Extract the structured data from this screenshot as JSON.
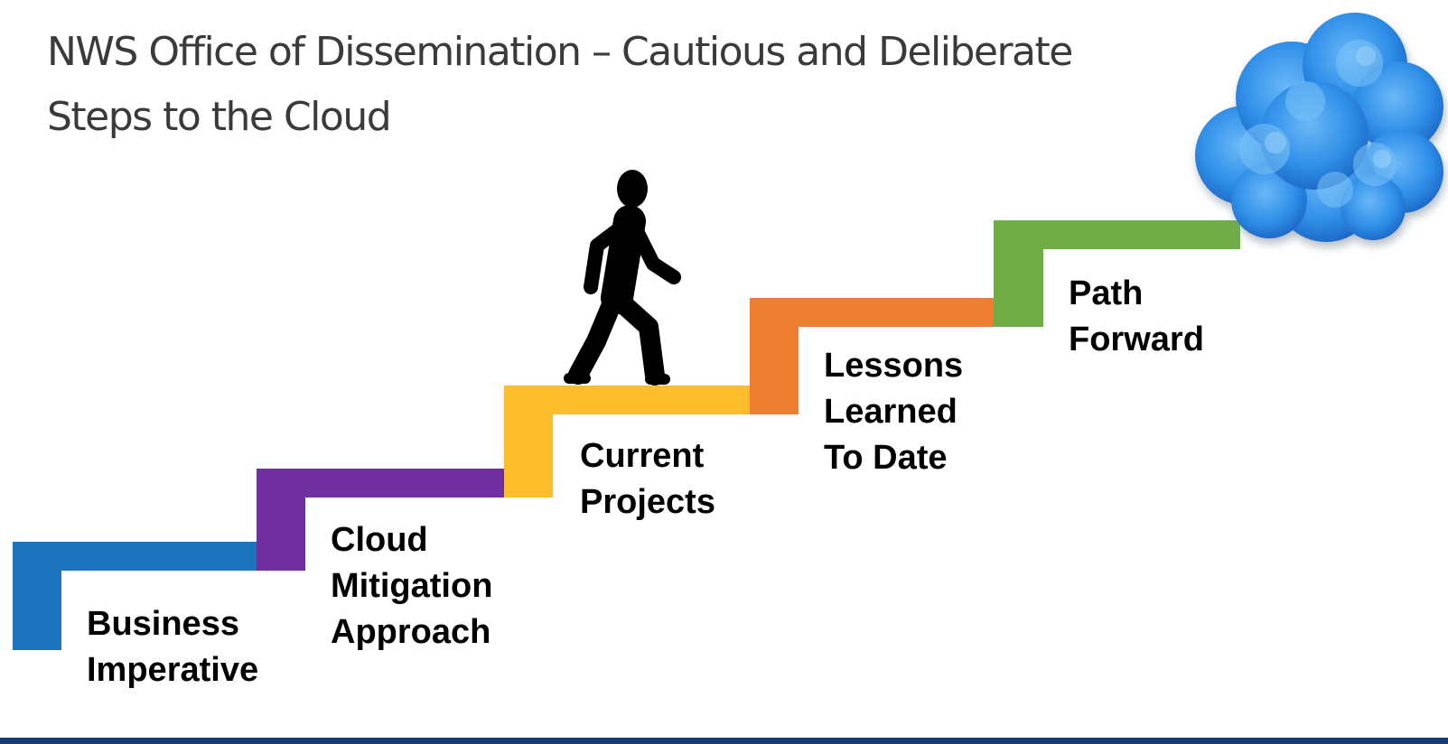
{
  "title": {
    "line1": "NWS Office of Dissemination – Cautious and Deliberate",
    "line2": "Steps to the Cloud"
  },
  "steps": [
    {
      "line1": "Business",
      "line2": "Imperative",
      "color": "#1e73be"
    },
    {
      "line1": "Cloud",
      "line2": "Mitigation",
      "line3": "Approach",
      "color": "#7030a0"
    },
    {
      "line1": "Current",
      "line2": "Projects",
      "color": "#fbbd2c"
    },
    {
      "line1": "Lessons",
      "line2": "Learned",
      "line3": "To Date",
      "color": "#ed7d31"
    },
    {
      "line1": "Path",
      "line2": "Forward",
      "color": "#70ad47"
    }
  ],
  "icons": {
    "person": "walking-person-icon",
    "cloud": "cloud-icon"
  },
  "colors": {
    "title_text": "#3a3a3a",
    "label_text": "#000000",
    "person": "#000000",
    "cloud_fill": "#2f8fe8",
    "cloud_highlight": "#6ab8f7",
    "footer": "#1b3a73"
  }
}
